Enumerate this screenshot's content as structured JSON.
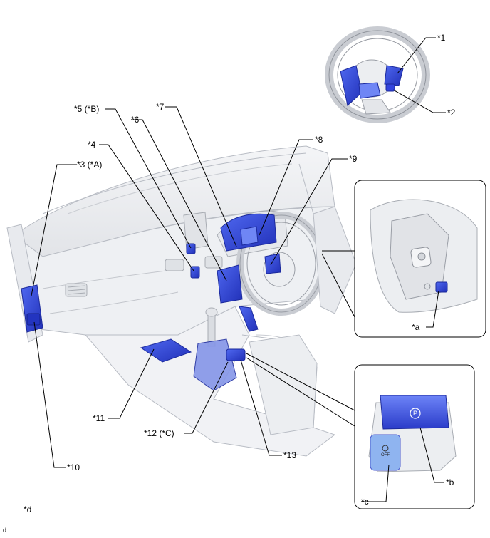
{
  "callouts": {
    "c1": "*1",
    "c2": "*2",
    "c3": "*3 (*A)",
    "c4": "*4",
    "c5": "*5 (*B)",
    "c6": "*6",
    "c7": "*7",
    "c8": "*8",
    "c9": "*9",
    "c10": "*10",
    "c11": "*11",
    "c12": "*12 (*C)",
    "c13": "*13",
    "ca": "*a",
    "cb": "*b",
    "cc": "*c",
    "cd": "*d"
  },
  "corner_code": "d",
  "switch_labels": {
    "parking": "P",
    "off": "OFF"
  },
  "colors": {
    "highlight": "#3344dd",
    "highlight_light": "#6f86f5",
    "outline": "#b8bcc4",
    "panel_border": "#000000"
  }
}
